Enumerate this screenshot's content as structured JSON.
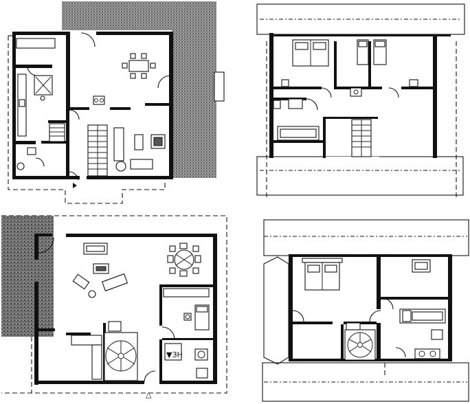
{
  "plans": [
    {
      "id": "plan-a-ground",
      "kind": "ground-floor"
    },
    {
      "id": "plan-a-attic",
      "kind": "attic-floor"
    },
    {
      "id": "plan-b-ground",
      "kind": "ground-floor"
    },
    {
      "id": "plan-b-attic",
      "kind": "attic-floor"
    }
  ],
  "labels": {
    "bathroom_text": "▼ЗН",
    "north_mark": "△"
  },
  "colors": {
    "ink": "#111111",
    "paper": "#ffffff",
    "terrace_hatch": "#8a8a8a"
  }
}
